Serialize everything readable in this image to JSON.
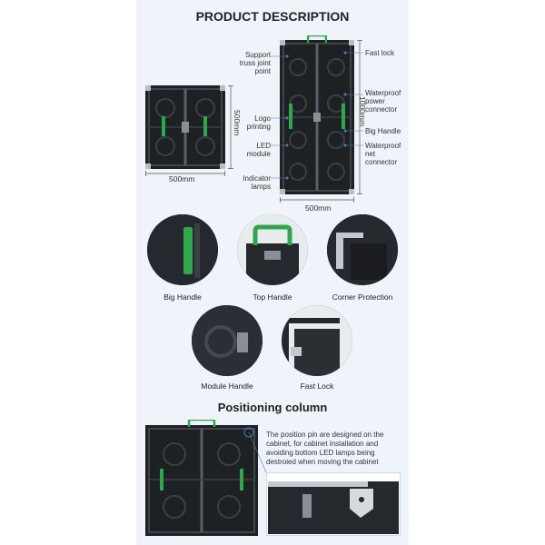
{
  "title": "PRODUCT DESCRIPTION",
  "small_cabinet": {
    "width_label": "500mm",
    "height_label": "500mm"
  },
  "large_cabinet": {
    "width_label": "500mm",
    "height_label": "1000mm",
    "callouts_left": [
      "Support truss joint point",
      "Logo printing",
      "LED module",
      "Indicator lamps"
    ],
    "callouts_right": [
      "Fast lock",
      "Waterproof power connector",
      "Big Handle",
      "Waterproof net connector"
    ]
  },
  "features_row1": [
    "Big Handle",
    "Top Handle",
    "Corner Protection"
  ],
  "features_row2": [
    "Module Handle",
    "Fast Lock"
  ],
  "positioning": {
    "title": "Positioning column",
    "text": "The position pin are designed on the cabinet, for cabinet installation and avoiding bottom LED lamps being destroied when moving the cabinet"
  },
  "colors": {
    "panel_bg": "#eef4fa",
    "accent": "#2ea84a",
    "callout": "#4a7fb5",
    "cabinet": "#1e2124"
  }
}
